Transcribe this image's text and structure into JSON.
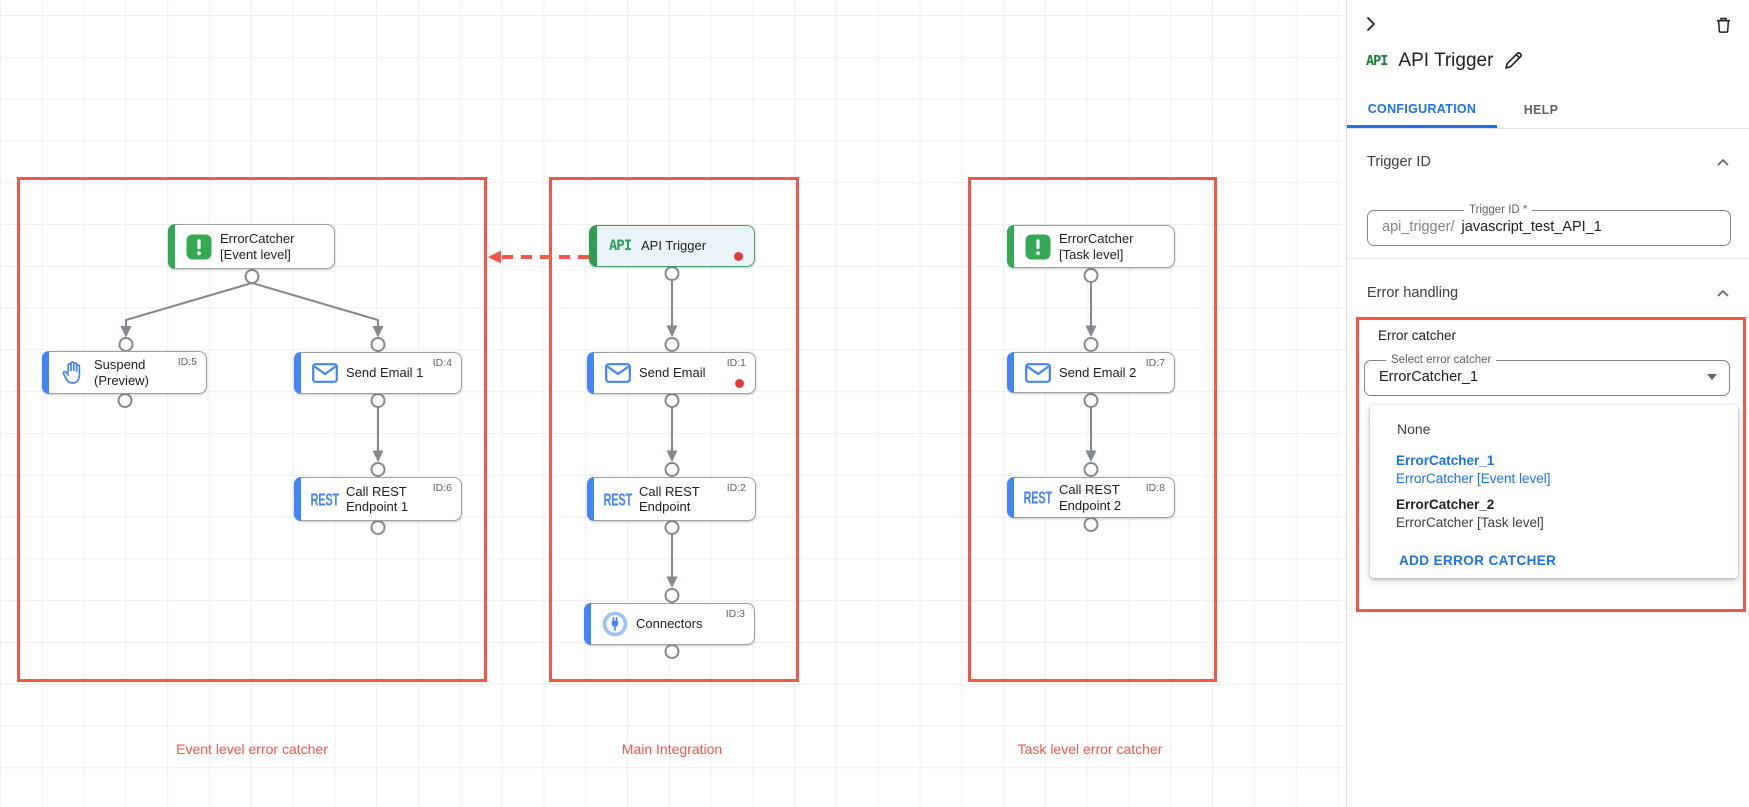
{
  "canvas": {
    "group_labels": [
      "Event level error catcher",
      "Main Integration",
      "Task level error catcher"
    ],
    "nodes": [
      {
        "line1": "ErrorCatcher",
        "line2": "[Event level]",
        "icon": "error-catcher-icon"
      },
      {
        "line1": "Suspend",
        "line2": "(Preview)",
        "task_id": "ID:5",
        "icon": "hand-icon"
      },
      {
        "line1": "Send Email 1",
        "task_id": "ID:4",
        "icon": "email-icon"
      },
      {
        "line1": "Call REST",
        "line2": "Endpoint 1",
        "task_id": "ID:6",
        "icon_text": "REST"
      },
      {
        "line1": "API Trigger",
        "icon_text": "API"
      },
      {
        "line1": "Send Email",
        "task_id": "ID:1",
        "icon": "email-icon"
      },
      {
        "line1": "Call REST",
        "line2": "Endpoint",
        "task_id": "ID:2",
        "icon_text": "REST"
      },
      {
        "line1": "Connectors",
        "task_id": "ID:3",
        "icon": "connectors-icon"
      },
      {
        "line1": "ErrorCatcher",
        "line2": "[Task level]",
        "icon": "error-catcher-icon"
      },
      {
        "line1": "Send Email 2",
        "task_id": "ID:7",
        "icon": "email-icon"
      },
      {
        "line1": "Call REST",
        "line2": "Endpoint 2",
        "task_id": "ID:8",
        "icon_text": "REST"
      }
    ]
  },
  "sidebar": {
    "badge": "API",
    "panel_title": "API Trigger",
    "tabs": [
      {
        "label": "CONFIGURATION",
        "active": true
      },
      {
        "label": "HELP",
        "active": false
      }
    ],
    "trigger_section": {
      "heading": "Trigger ID",
      "field_label": "Trigger ID *",
      "prefix": "api_trigger/",
      "value": "javascript_test_API_1"
    },
    "error_section": {
      "heading": "Error handling",
      "group_label": "Error catcher",
      "select_label": "Select error catcher",
      "select_value": "ErrorCatcher_1",
      "menu": {
        "none_label": "None",
        "options": [
          {
            "name": "ErrorCatcher_1",
            "desc": "ErrorCatcher [Event level]",
            "selected": true
          },
          {
            "name": "ErrorCatcher_2",
            "desc": "ErrorCatcher [Task level]",
            "selected": false
          }
        ],
        "add_label": "ADD ERROR CATCHER"
      }
    }
  },
  "colors": {
    "accent_blue": "#4285f4",
    "accent_green": "#34a853",
    "annotation_red": "#f4564a",
    "link_blue": "#1a73e8",
    "status_dot_red": "#e53935"
  }
}
